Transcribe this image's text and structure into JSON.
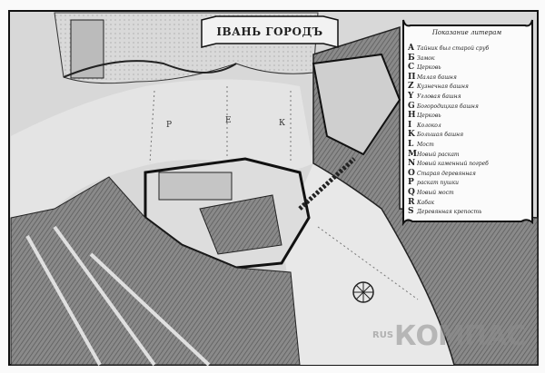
{
  "map": {
    "title": "ІВАНЬ ГОРОДЪ",
    "river_letters": [
      "Р",
      "Е",
      "К"
    ],
    "legend": {
      "title": "Показание литерам",
      "items": [
        {
          "letter": "A",
          "text": "Тайник был старой сруб"
        },
        {
          "letter": "Б",
          "text": "Замок"
        },
        {
          "letter": "C",
          "text": "Церковь"
        },
        {
          "letter": "П",
          "text": "Малая башня"
        },
        {
          "letter": "Z",
          "text": "Кузнечная башня"
        },
        {
          "letter": "Y",
          "text": "Угловая башня"
        },
        {
          "letter": "G",
          "text": "Богородицкая башня"
        },
        {
          "letter": "H",
          "text": "Церковь"
        },
        {
          "letter": "I",
          "text": "Колокол"
        },
        {
          "letter": "K",
          "text": "Большая башня"
        },
        {
          "letter": "L",
          "text": "Мост"
        },
        {
          "letter": "M",
          "text": "Новый раскат"
        },
        {
          "letter": "N",
          "text": "Новый каменный погреб"
        },
        {
          "letter": "O",
          "text": "Старая деревянная"
        },
        {
          "letter": "P",
          "text": "раскат пушки"
        },
        {
          "letter": "Q",
          "text": "Новый мост"
        },
        {
          "letter": "R",
          "text": "Кабак"
        },
        {
          "letter": "S",
          "text": "Деревянная крепость"
        }
      ]
    },
    "watermark": {
      "small": "RUS",
      "large": "КОМПАС"
    }
  }
}
